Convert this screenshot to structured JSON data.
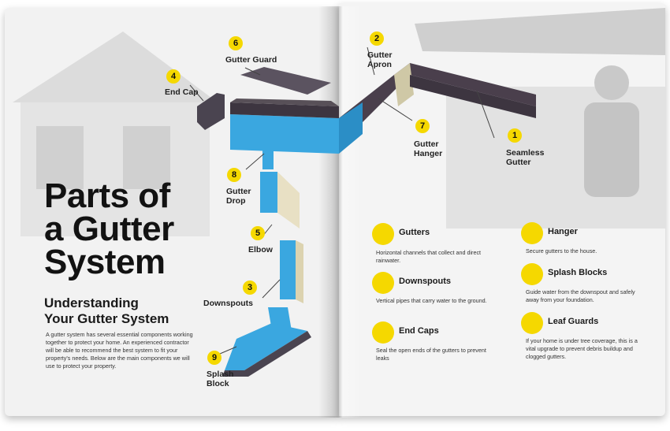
{
  "book": {
    "title_lines": [
      "Parts of",
      "a Gutter",
      "System"
    ],
    "subtitle_lines": [
      "Understanding",
      "Your Gutter System"
    ],
    "intro": "A gutter system has several essential components working together to protect your home. An experienced contractor will be able to recommend the best system to fit your property's needs. Below are the main components we will use to protect your property."
  },
  "callouts": [
    {
      "num": "1",
      "lines": [
        "Seamless",
        "Gutter"
      ]
    },
    {
      "num": "2",
      "lines": [
        "Gutter",
        "Apron"
      ]
    },
    {
      "num": "3",
      "lines": [
        "Downspouts"
      ]
    },
    {
      "num": "4",
      "lines": [
        "End Cap"
      ]
    },
    {
      "num": "5",
      "lines": [
        "Elbow"
      ]
    },
    {
      "num": "6",
      "lines": [
        "Gutter Guard"
      ]
    },
    {
      "num": "7",
      "lines": [
        "Gutter",
        "Hanger"
      ]
    },
    {
      "num": "8",
      "lines": [
        "Gutter",
        "Drop"
      ]
    },
    {
      "num": "9",
      "lines": [
        "Splash",
        "Block"
      ]
    }
  ],
  "legend": [
    {
      "title": "Gutters",
      "desc": "Horizontal channels that collect and direct rainwater.",
      "icon": "gutter-icon"
    },
    {
      "title": "Downspouts",
      "desc": "Vertical pipes that carry water to the ground.",
      "icon": "downspout-icon"
    },
    {
      "title": "End Caps",
      "desc": "Seal the open ends of the gutters to prevent leaks",
      "icon": "end-cap-icon"
    },
    {
      "title": "Hanger",
      "desc": "Secure gutters to the house.",
      "icon": "hanger-icon"
    },
    {
      "title": "Splash Blocks",
      "desc": "Guide water from the downspout and safely away from your foundation.",
      "icon": "splash-block-icon"
    },
    {
      "title": "Leaf Guards",
      "desc": "If your home is under tree coverage, this is a vital upgrade to prevent debris buildup and clogged gutters.",
      "icon": "leaf-guard-icon"
    }
  ],
  "colors": {
    "accent": "#f5d800",
    "gutter_blue": "#3aa7e0",
    "gutter_dark": "#3d3540",
    "text": "#121212"
  }
}
